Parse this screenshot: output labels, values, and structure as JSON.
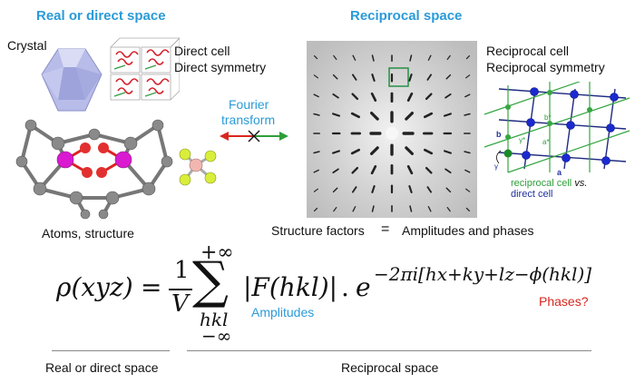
{
  "headers": {
    "real_space": "Real or direct space",
    "reciprocal_space": "Reciprocal space"
  },
  "left": {
    "crystal": "Crystal",
    "direct_cell": "Direct cell",
    "direct_symmetry": "Direct symmetry",
    "atoms_structure": "Atoms, structure"
  },
  "middle": {
    "fourier_line1": "Fourier",
    "fourier_line2": "transform"
  },
  "right": {
    "reciprocal_cell": "Reciprocal cell",
    "reciprocal_symmetry": "Reciprocal symmetry",
    "legend_green": "reciprocal cell",
    "legend_vs": "vs.",
    "legend_blue": "direct cell",
    "axis_b_star": "b*",
    "axis_a_star": "a*",
    "axis_b": "b",
    "axis_a": "a",
    "angle_gamma_star": "γ*",
    "angle_gamma": "γ"
  },
  "structure_factors": {
    "left": "Structure factors",
    "equals": "=",
    "right": "Amplitudes and phases"
  },
  "formula": {
    "lhs": "ρ(xyz)",
    "eq": "=",
    "frac_num": "1",
    "frac_den": "V",
    "sum_top": "+∞",
    "sum_symbol": "∑",
    "sum_sub": "hkl",
    "sum_bottom": "−∞",
    "amplitude": "|F(hkl)|",
    "dot": ".",
    "exp_base": "e",
    "exponent": "−2πi[hx+ky+lz−ϕ(hkl)]",
    "amplitudes_label": "Amplitudes",
    "phases_label": "Phases?"
  },
  "footer": {
    "left": "Real or direct space",
    "right": "Reciprocal space"
  }
}
